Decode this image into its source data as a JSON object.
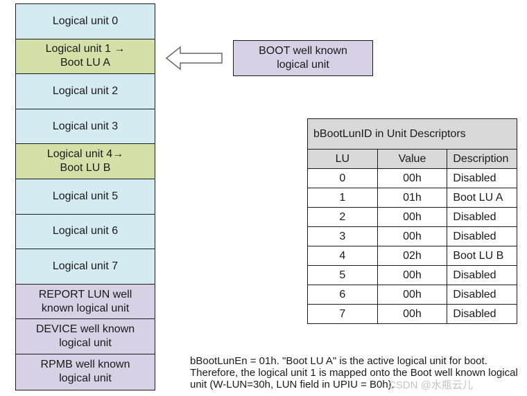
{
  "logical_units": [
    {
      "label": "Logical unit 0",
      "kind": "normal"
    },
    {
      "label": "Logical unit 1 →\nBoot LU A",
      "kind": "boot"
    },
    {
      "label": "Logical unit 2",
      "kind": "normal"
    },
    {
      "label": "Logical unit 3",
      "kind": "normal"
    },
    {
      "label": "Logical unit 4→\nBoot LU B",
      "kind": "boot"
    },
    {
      "label": "Logical unit 5",
      "kind": "normal"
    },
    {
      "label": "Logical unit 6",
      "kind": "normal"
    },
    {
      "label": "Logical unit 7",
      "kind": "normal"
    },
    {
      "label": "REPORT LUN well\nknown logical unit",
      "kind": "wk"
    },
    {
      "label": "DEVICE well known\nlogical unit",
      "kind": "wk"
    },
    {
      "label": "RPMB well known\nlogical unit",
      "kind": "wk"
    }
  ],
  "boot_wk_box": "BOOT well known\nlogical unit",
  "table": {
    "caption": "bBootLunID in Unit Descriptors",
    "headers": [
      "LU",
      "Value",
      "Description"
    ],
    "rows": [
      [
        "0",
        "00h",
        "Disabled"
      ],
      [
        "1",
        "01h",
        "Boot LU A"
      ],
      [
        "2",
        "00h",
        "Disabled"
      ],
      [
        "3",
        "00h",
        "Disabled"
      ],
      [
        "4",
        "02h",
        "Boot LU B"
      ],
      [
        "5",
        "00h",
        "Disabled"
      ],
      [
        "6",
        "00h",
        "Disabled"
      ],
      [
        "7",
        "00h",
        "Disabled"
      ]
    ]
  },
  "note": "bBootLunEn = 01h. \"Boot LU A\" is the active logical unit for boot. Therefore, the logical unit 1 is mapped onto the Boot well known logical unit (W-LUN=30h, LUN field in UPIU = B0h).",
  "watermark": "CSDN @水瓶云儿",
  "colors": {
    "normal_lu": "#d4ebf2",
    "boot_lu": "#d3e0a7",
    "well_known_lu": "#d8d0e4",
    "table_header": "#d9d9d9"
  }
}
